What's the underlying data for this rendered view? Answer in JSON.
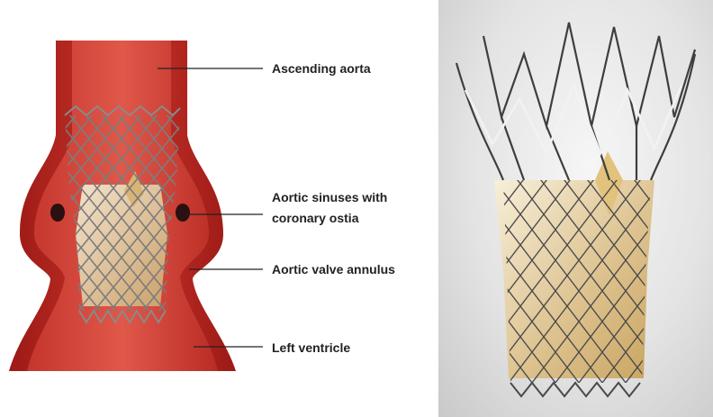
{
  "labels": {
    "ascending_aorta": "Ascending aorta",
    "aortic_sinuses_line1": "Aortic sinuses with",
    "aortic_sinuses_line2": "coronary ostia",
    "aortic_valve_annulus": "Aortic valve annulus",
    "left_ventricle": "Left ventricle"
  },
  "colors": {
    "aorta_wall": "#b8231e",
    "aorta_lumen": "#d9463a",
    "stent_metal": "#8a8a8a",
    "leaflet_tissue": "#d6b98a",
    "ostia": "#2a1010"
  }
}
